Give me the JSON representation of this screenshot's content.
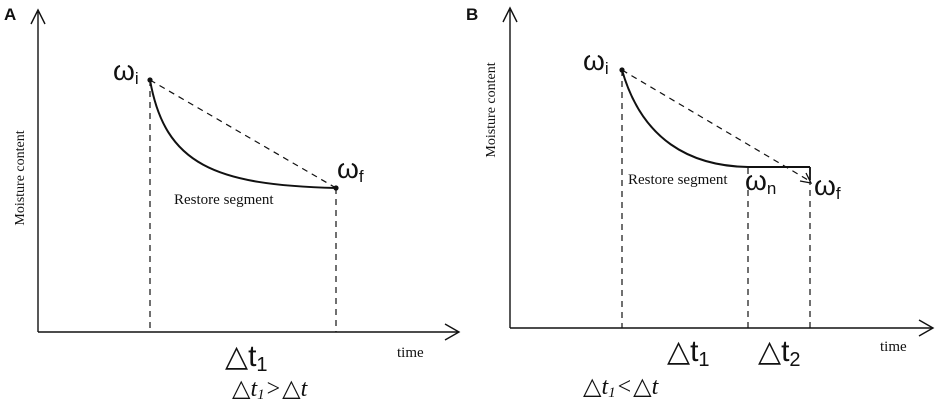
{
  "panel_a": {
    "letter": "A",
    "y_axis_label": "Moisture content",
    "x_axis_label": "time",
    "point_start": {
      "symbol": "ω",
      "subscript": "i"
    },
    "point_end": {
      "symbol": "ω",
      "subscript": "f"
    },
    "segment_label": "Restore segment",
    "interval_1": {
      "symbol": "△t",
      "subscript": "1"
    },
    "condition": {
      "lhs": "△t",
      "lhs_sub": "1",
      "op": ">",
      "rhs": "△t"
    }
  },
  "panel_b": {
    "letter": "B",
    "y_axis_label": "Moisture content",
    "x_axis_label": "time",
    "point_start": {
      "symbol": "ω",
      "subscript": "i"
    },
    "point_mid": {
      "symbol": "ω",
      "subscript": "n"
    },
    "point_end": {
      "symbol": "ω",
      "subscript": "f"
    },
    "segment_label": "Restore segment",
    "interval_1": {
      "symbol": "△t",
      "subscript": "1"
    },
    "interval_2": {
      "symbol": "△t",
      "subscript": "2"
    },
    "condition": {
      "lhs": "△t",
      "lhs_sub": "1",
      "op": "<",
      "rhs": "△t"
    }
  },
  "colors": {
    "ink": "#111111",
    "background": "#ffffff"
  }
}
